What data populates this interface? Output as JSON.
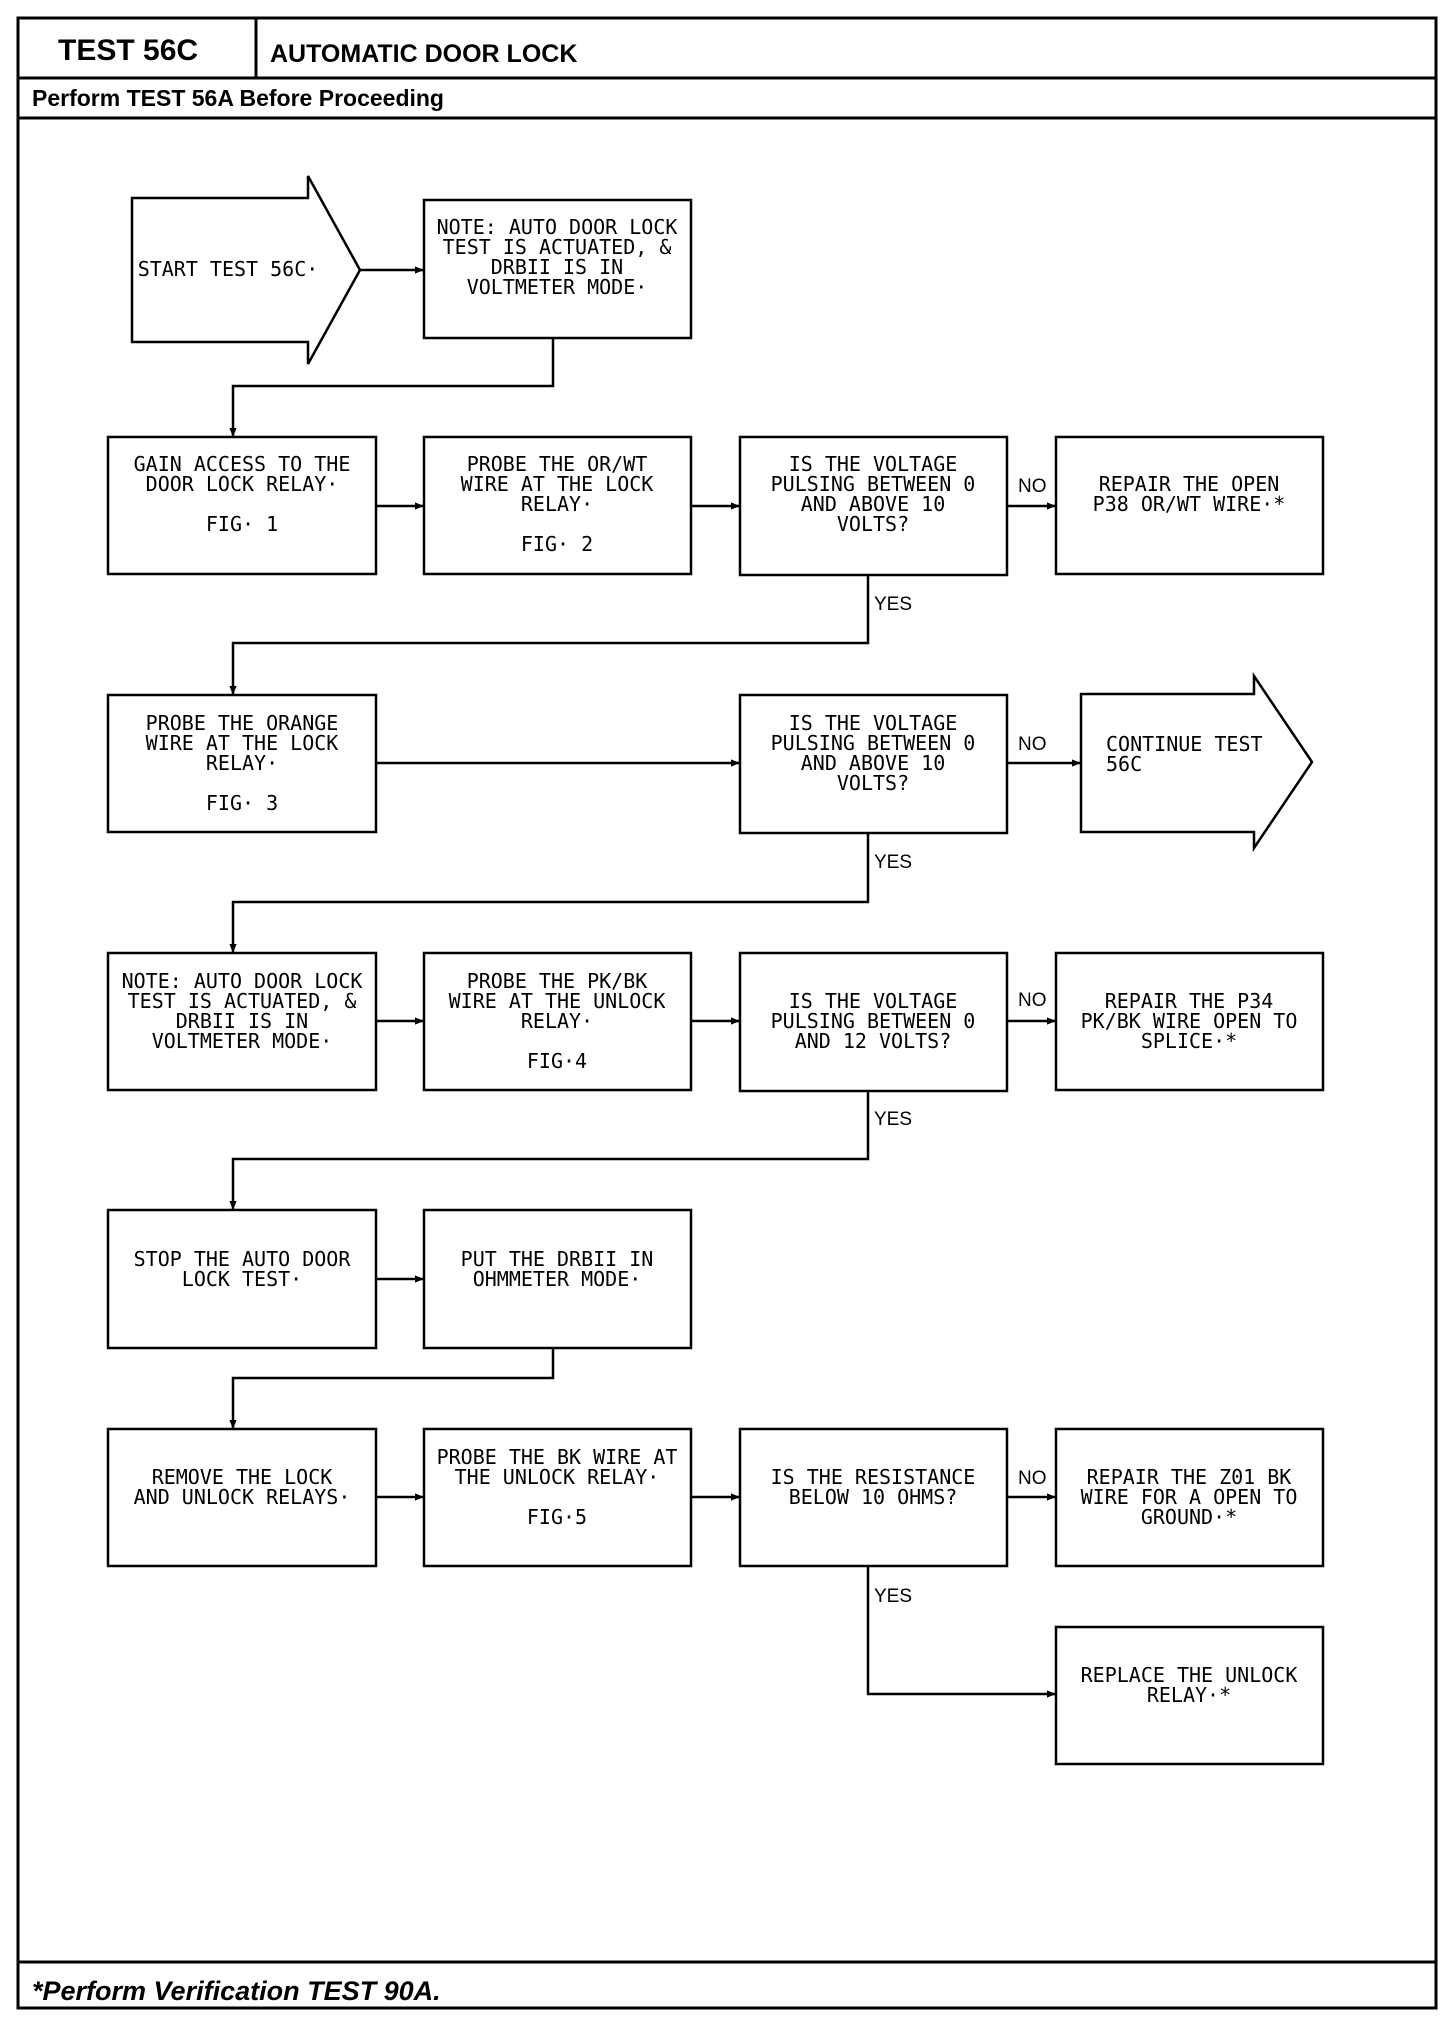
{
  "header": {
    "test_id": "TEST 56C",
    "title": "AUTOMATIC DOOR LOCK",
    "subtitle": "Perform TEST 56A Before Proceeding"
  },
  "footer": "*Perform Verification TEST 90A.",
  "flowchart": {
    "start": [
      "START TEST 56C·"
    ],
    "note1": [
      "NOTE: AUTO DOOR LOCK",
      "TEST IS ACTUATED, &",
      "DRBII IS IN",
      "VOLTMETER MODE·"
    ],
    "gain_access": [
      "GAIN ACCESS TO THE",
      "DOOR LOCK RELAY·",
      "",
      "FIG· 1"
    ],
    "probe_orwt": [
      "PROBE THE OR/WT",
      "WIRE AT THE LOCK",
      "RELAY·",
      "",
      "FIG· 2"
    ],
    "q1": [
      "IS THE VOLTAGE",
      "PULSING BETWEEN 0",
      "AND ABOVE 10",
      "VOLTS?"
    ],
    "repair_p38": [
      "REPAIR THE OPEN",
      "P38 OR/WT WIRE·*"
    ],
    "probe_orange": [
      "PROBE THE ORANGE",
      "WIRE AT THE LOCK",
      "RELAY·",
      "",
      "FIG· 3"
    ],
    "q2": [
      "IS THE VOLTAGE",
      "PULSING BETWEEN 0",
      "AND ABOVE 10",
      "VOLTS?"
    ],
    "continue": [
      "CONTINUE TEST",
      "56C"
    ],
    "note2": [
      "NOTE: AUTO DOOR LOCK",
      "TEST IS ACTUATED, &",
      "DRBII IS IN",
      "VOLTMETER MODE·"
    ],
    "probe_pkbk": [
      "PROBE THE PK/BK",
      "WIRE AT THE UNLOCK",
      "RELAY·",
      "",
      "FIG·4"
    ],
    "q3": [
      "IS THE VOLTAGE",
      "PULSING BETWEEN 0",
      "AND 12 VOLTS?"
    ],
    "repair_p34": [
      "REPAIR THE P34",
      "PK/BK WIRE OPEN TO",
      "SPLICE·*"
    ],
    "stop_test": [
      "STOP THE AUTO DOOR",
      "LOCK TEST·"
    ],
    "put_drbii": [
      "PUT THE DRBII IN",
      "OHMMETER MODE·"
    ],
    "remove_relays": [
      "REMOVE THE LOCK",
      "AND UNLOCK RELAYS·"
    ],
    "probe_bk": [
      "PROBE THE BK WIRE AT",
      "THE UNLOCK RELAY·",
      "",
      "FIG·5"
    ],
    "q4": [
      "IS THE RESISTANCE",
      "BELOW 10 OHMS?"
    ],
    "repair_z01": [
      "REPAIR THE Z01 BK",
      "WIRE FOR A OPEN TO",
      "GROUND·*"
    ],
    "replace_unlock": [
      "REPLACE THE UNLOCK",
      "RELAY·*"
    ],
    "labels": {
      "no": "NO",
      "yes": "YES"
    }
  }
}
